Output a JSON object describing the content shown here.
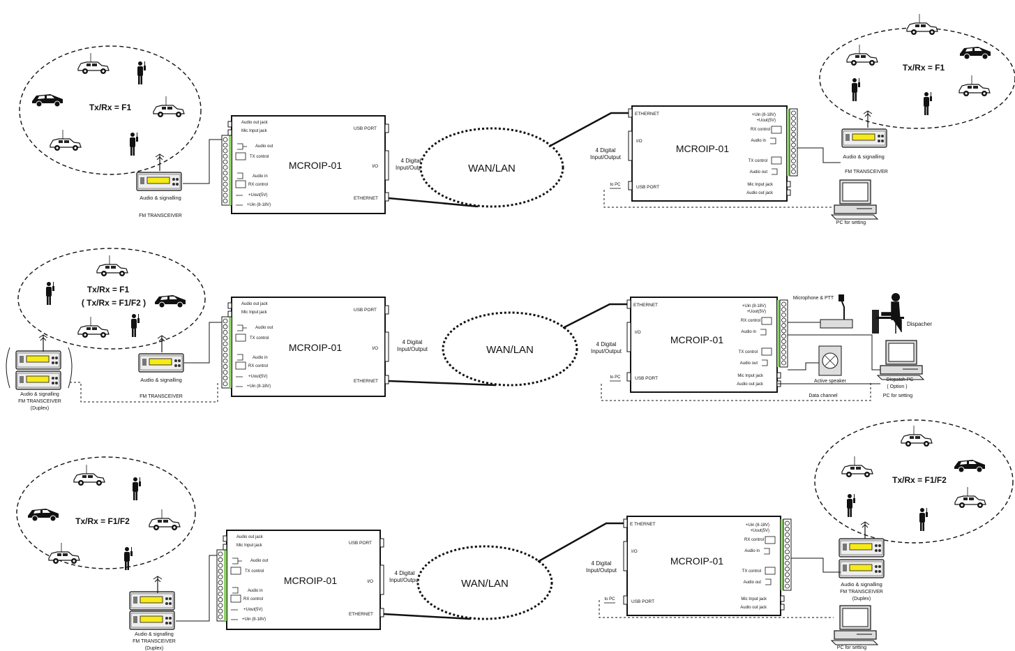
{
  "rows": [
    {
      "left_zone": {
        "label": "Tx/Rx = F1",
        "sublabel": ""
      },
      "left_radio": {
        "caption": "Audio & signalling",
        "caption2": "FM TRANSCEIVER",
        "caption3": ""
      },
      "left_device": {
        "name": "MCROIP-01",
        "labels": [
          "Audio out jack",
          "Mic Input jack",
          "Audio out",
          "TX control",
          "Audio in",
          "RX control",
          "+Uout(5V)",
          "+Uin (8-18V)"
        ],
        "usb": "USB PORT",
        "io": "I/O",
        "ethernet": "ETHERNET"
      },
      "io_label": [
        "4 Digital",
        "Input/Output"
      ],
      "cloud": "WAN/LAN",
      "right_device": {
        "name": "MCROIP-01",
        "labels": [
          "+Uin (8-18V)",
          "+Uout(5V)",
          "RX control",
          "Audio in",
          "TX control",
          "Audio out",
          "Mic Input jack",
          "Audio out jack"
        ],
        "usb": "USB PORT",
        "io": "I/O",
        "ethernet": "ETHERNET"
      },
      "right_io_label": [
        "4 Digital",
        "Input/Output"
      ],
      "to_pc": "to PC",
      "right_zone": {
        "label": "Tx/Rx = F1"
      },
      "right_radio": {
        "caption": "Audio & signalling",
        "caption2": "FM TRANSCEIVER",
        "caption3": ""
      },
      "pc_label": "PC for setting"
    },
    {
      "left_zone": {
        "label": "Tx/Rx = F1",
        "sublabel": "( Tx/Rx = F1/F2 )"
      },
      "left_radio": {
        "caption": "Audio & signalling",
        "caption2": "FM TRANSCEIVER",
        "caption3": ""
      },
      "duplex_radio": {
        "caption": "Audio & signalling",
        "caption2": "FM TRANSCEIVER",
        "caption3": "(Duplex)"
      },
      "left_device": {
        "name": "MCROIP-01",
        "labels": [
          "Audio out jack",
          "Mic Input jack",
          "Audio out",
          "TX control",
          "Audio in",
          "RX control",
          "+Uout(5V)",
          "+Uin (8-18V)"
        ],
        "usb": "USB PORT",
        "io": "I/O",
        "ethernet": "ETHERNET"
      },
      "io_label": [
        "4 Digital",
        "Input/Output"
      ],
      "cloud": "WAN/LAN",
      "right_device": {
        "name": "MCROIP-01",
        "labels": [
          "+Uin (8-18V)",
          "+Uout(5V)",
          "RX control",
          "Audio in",
          "TX control",
          "Audio out",
          "Mic Input jack",
          "Audio out jack"
        ],
        "usb": "USB PORT",
        "io": "I/O",
        "ethernet": "ETHERNET"
      },
      "right_io_label": [
        "4 Digital",
        "Input/Output"
      ],
      "to_pc": "to PC",
      "microphone": "Microphone & PTT",
      "dispatcher": "Dispacher",
      "speaker": "Active speaker",
      "dispatch_pc": [
        "Dispatch PC",
        "( Option )",
        "PC for setting"
      ],
      "data_channel": "Data channel"
    },
    {
      "left_zone": {
        "label": "Tx/Rx = F1/F2",
        "sublabel": ""
      },
      "left_radio": {
        "caption": "Audio & signalling",
        "caption2": "FM TRANSCEIVER",
        "caption3": "(Duplex)"
      },
      "left_device": {
        "name": "MCROIP-01",
        "labels": [
          "Audio out jack",
          "Mic Input jack",
          "Audio out",
          "TX control",
          "Audio in",
          "RX control",
          "+Uout(5V)",
          "+Uin (8-18V)"
        ],
        "usb": "USB PORT",
        "io": "I/O",
        "ethernet": "ETHERNET"
      },
      "io_label": [
        "4 Digital",
        "Input/Output"
      ],
      "cloud": "WAN/LAN",
      "right_device": {
        "name": "MCROIP-01",
        "labels": [
          "+Uin (8-18V)",
          "+Uout(5V)",
          "RX control",
          "Audio in",
          "TX control",
          "Audio out",
          "Mic Input jack",
          "Audio out jack"
        ],
        "usb": "USB PORT",
        "io": "I/O",
        "ethernet": "E THERNET"
      },
      "right_io_label": [
        "4 Digital",
        "Input/Output"
      ],
      "to_pc": "to PC",
      "right_zone": {
        "label": "Tx/Rx = F1/F2"
      },
      "right_radio": {
        "caption": "Audio & signalling",
        "caption2": "FM TRANSCEIVER",
        "caption3": "(Duplex)"
      },
      "pc_label": "PC for setting"
    }
  ]
}
